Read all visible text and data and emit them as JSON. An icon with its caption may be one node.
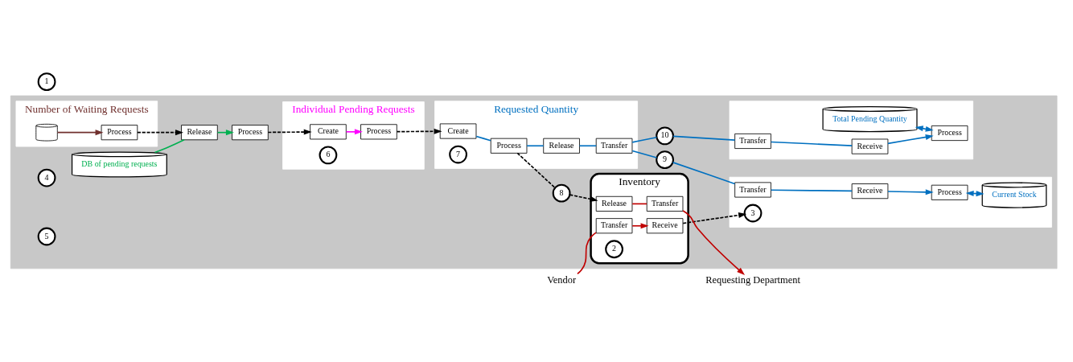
{
  "diagram": {
    "nodes": [
      {
        "text": [],
        "shape": "box"
      },
      {
        "text": [
          "Number of Waiting Requests"
        ],
        "in": 0
      },
      {
        "text": [],
        "shape": "cylinder",
        "in": 1
      },
      {
        "text": [
          "Process"
        ],
        "in": 1
      },
      {
        "text": [
          "DB of pending requests"
        ],
        "in": 0
      },
      {
        "text": [
          "Release"
        ],
        "in": 0
      },
      {
        "text": [
          "Process"
        ],
        "in": 0
      },
      {
        "text": [
          "Individual Pending Requests"
        ],
        "in": 0
      },
      {
        "text": [
          "Create"
        ],
        "in": 7
      },
      {
        "text": [
          "Process"
        ],
        "in": 7
      },
      {
        "text": [
          "Requested Quantity"
        ],
        "in": 0
      },
      {
        "text": [
          "Transfer"
        ],
        "in": 10
      },
      {
        "text": [
          "Release"
        ],
        "in": 10
      },
      {
        "text": [
          "Process"
        ],
        "in": 10
      },
      {
        "text": [
          "Create"
        ],
        "in": 10
      },
      {
        "text": [],
        "shape": "box",
        "in": 0
      },
      {
        "text": [
          "Total Pending Quantity"
        ],
        "in": 15
      },
      {
        "text": [
          "Process"
        ],
        "in": 15
      },
      {
        "text": [
          "Receive"
        ],
        "in": 15
      },
      {
        "text": [
          "Transfer"
        ],
        "in": 15
      },
      {
        "text": [],
        "shape": "box",
        "in": 0
      },
      {
        "text": [
          "Process"
        ],
        "in": 20
      },
      {
        "text": [
          "Receive"
        ],
        "in": 20
      },
      {
        "text": [
          "Transfer"
        ],
        "in": 20
      },
      {
        "text": [
          "Current Stock"
        ],
        "in": 20
      },
      {
        "text": [
          "Inventory"
        ],
        "in": 0
      },
      {
        "text": [
          "Transfer"
        ],
        "in": 25
      },
      {
        "text": [
          "Receive"
        ],
        "in": 25
      },
      {
        "text": [
          "Transfer"
        ],
        "in": 25
      },
      {
        "text": [
          "Release"
        ],
        "in": 25
      },
      {
        "text": [
          "Vendor"
        ]
      },
      {
        "text": [
          "Requesting Department"
        ]
      },
      {
        "text": [
          "1"
        ]
      },
      {
        "text": [
          "2"
        ],
        "in": 25
      },
      {
        "text": [
          "3"
        ],
        "in": 20
      },
      {
        "text": [
          "4"
        ],
        "in": 0
      },
      {
        "text": [
          "5"
        ],
        "in": 0
      },
      {
        "text": [
          "6"
        ],
        "in": 7
      },
      {
        "text": [
          "7"
        ],
        "in": 10
      },
      {
        "text": [
          "8"
        ],
        "in": 0
      },
      {
        "text": [
          "9"
        ],
        "in": 0
      },
      {
        "text": [
          "10"
        ],
        "in": 0
      }
    ],
    "edges": [
      {
        "from": 2,
        "to": 3,
        "arrow": "to",
        "color": "#70302e"
      },
      {
        "from": 3,
        "to": 5,
        "arrow": "to",
        "style": "dashed",
        "color": "#000000"
      },
      {
        "from": 4,
        "to": 5,
        "arrow": "none",
        "color": "#00b050"
      },
      {
        "from": 5,
        "to": 6,
        "arrow": "to",
        "color": "#00b050"
      },
      {
        "from": 6,
        "to": 8,
        "arrow": "to",
        "style": "dashed",
        "color": "#000000"
      },
      {
        "from": 8,
        "to": 9,
        "arrow": "to",
        "color": "#ff00ff"
      },
      {
        "from": 9,
        "to": 14,
        "arrow": "to",
        "style": "dashed",
        "color": "#000000"
      },
      {
        "from": 14,
        "to": 13,
        "arrow": "none",
        "color": "#0070c0"
      },
      {
        "from": 13,
        "to": 12,
        "arrow": "none",
        "color": "#0070c0"
      },
      {
        "from": 12,
        "to": 11,
        "arrow": "none",
        "color": "#0070c0"
      },
      {
        "from": 11,
        "to": 41,
        "arrow": "none",
        "color": "#0070c0"
      },
      {
        "from": 41,
        "to": 19,
        "arrow": "none",
        "color": "#0070c0"
      },
      {
        "from": 19,
        "to": 18,
        "arrow": "none",
        "color": "#0070c0"
      },
      {
        "from": 18,
        "to": 17,
        "arrow": "to",
        "color": "#0070c0"
      },
      {
        "from": 16,
        "to": 17,
        "arrow": "both",
        "color": "#0070c0"
      },
      {
        "from": 11,
        "to": 40,
        "arrow": "none",
        "color": "#0070c0"
      },
      {
        "from": 40,
        "to": 23,
        "arrow": "none",
        "color": "#0070c0"
      },
      {
        "from": 23,
        "to": 22,
        "arrow": "none",
        "color": "#0070c0"
      },
      {
        "from": 22,
        "to": 21,
        "arrow": "to",
        "color": "#0070c0"
      },
      {
        "from": 21,
        "to": 24,
        "arrow": "both",
        "color": "#0070c0"
      },
      {
        "from": 30,
        "to": 26,
        "arrow": "none",
        "color": "#c00000"
      },
      {
        "from": 26,
        "to": 27,
        "arrow": "to",
        "color": "#c00000"
      },
      {
        "from": 27,
        "to": 34,
        "arrow": "to",
        "style": "dashed",
        "color": "#000000"
      },
      {
        "from": 13,
        "to": 39,
        "arrow": "none",
        "style": "dashed",
        "color": "#000000"
      },
      {
        "from": 39,
        "to": 29,
        "arrow": "to",
        "style": "dashed",
        "color": "#000000"
      },
      {
        "from": 29,
        "to": 28,
        "arrow": "none",
        "color": "#c00000"
      },
      {
        "from": 28,
        "to": 31,
        "arrow": "to",
        "color": "#c00000"
      }
    ]
  }
}
